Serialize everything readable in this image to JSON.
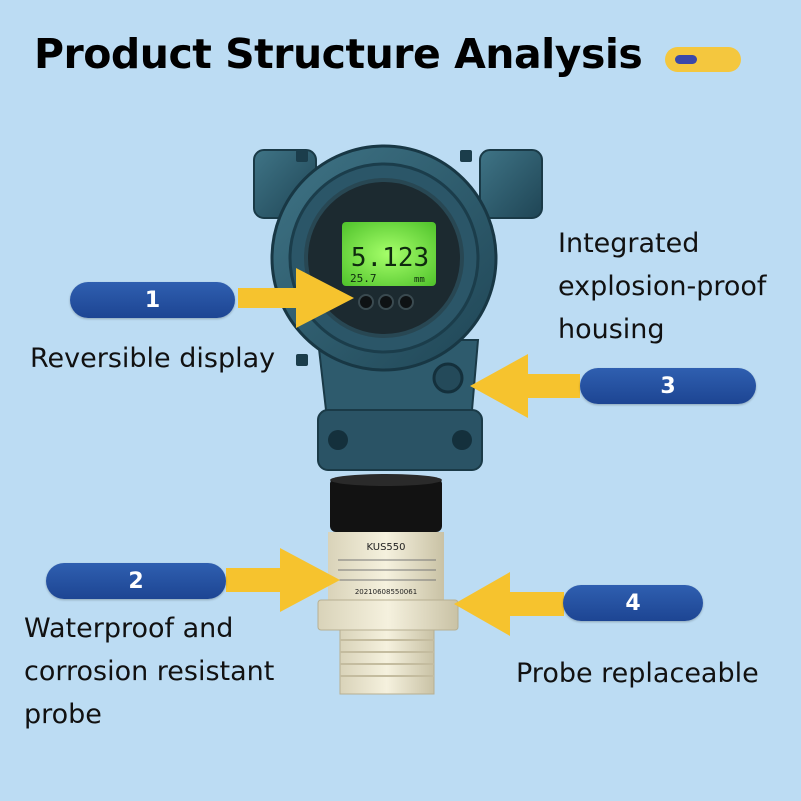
{
  "title": "Product Structure Analysis",
  "colors": {
    "background": "#bcdcf3",
    "badge": "#1f4b9b",
    "arrow": "#f6c32e",
    "housing": "#2f5f73",
    "lcd": "#7cf04a"
  },
  "lcd": {
    "main_value": "5.123",
    "sub_value": "25.7",
    "unit": "mm"
  },
  "label_plate": {
    "model": "KUS550",
    "serial": "20210608550061"
  },
  "features": [
    {
      "number": "1",
      "caption": "Reversible display"
    },
    {
      "number": "2",
      "caption": "Waterproof and\ncorrosion resistant\nprobe"
    },
    {
      "number": "3",
      "caption": "Integrated\nexplosion-proof\nhousing"
    },
    {
      "number": "4",
      "caption": "Probe replaceable"
    }
  ]
}
